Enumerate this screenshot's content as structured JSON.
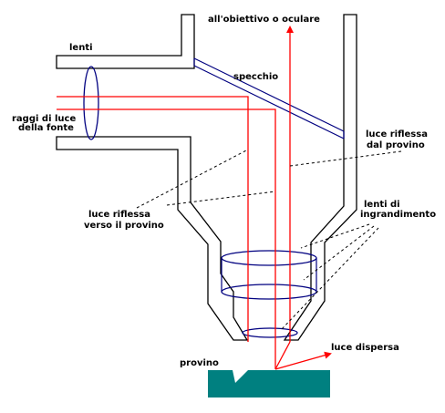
{
  "labels": {
    "lenti": "lenti",
    "top_output": "all'obiettivo o oculare",
    "specchio": "specchio",
    "raggi_line1": "raggi di luce",
    "raggi_line2": "della fonte",
    "riflessa_provino_line1": "luce riflessa",
    "riflessa_provino_line2": "dal provino",
    "verso_line1": "luce riflessa",
    "verso_line2": "verso il provino",
    "ingrand_line1": "lenti di",
    "ingrand_line2": "ingrandimento",
    "luce_dispersa": "luce dispersa",
    "provino": "provino"
  },
  "colors": {
    "outline": "#000000",
    "ray": "#ff0000",
    "mirror": "#000080",
    "lens": "#000080",
    "specimen": "#008080"
  }
}
